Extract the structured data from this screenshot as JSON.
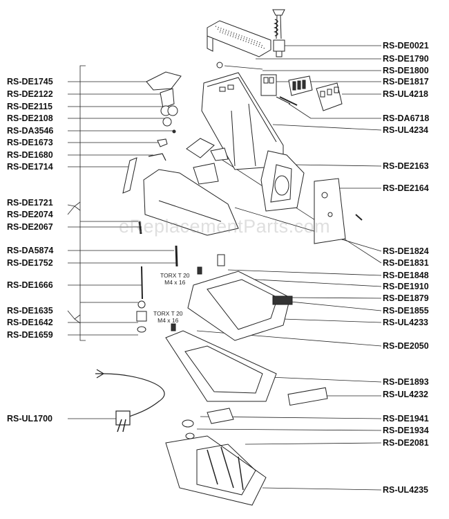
{
  "watermark": "eReplacementParts.com",
  "torx_notes": [
    {
      "line1": "TORX T 20",
      "line2": "M4 x 16"
    },
    {
      "line1": "TORX T 20",
      "line2": "M4 x 16"
    }
  ],
  "left_labels": [
    "RS-DE1745",
    "RS-DE2122",
    "RS-DE2115",
    "RS-DE2108",
    "RS-DA3546",
    "RS-DE1673",
    "RS-DE1680",
    "RS-DE1714",
    "RS-DE1721",
    "RS-DE2074",
    "RS-DE2067",
    "RS-DA5874",
    "RS-DE1752",
    "RS-DE1666",
    "RS-DE1635",
    "RS-DE1642",
    "RS-DE1659",
    "RS-UL1700"
  ],
  "right_labels": [
    "RS-DE0021",
    "RS-DE1790",
    "RS-DE1800",
    "RS-DE1817",
    "RS-UL4218",
    "RS-DA6718",
    "RS-UL4234",
    "RS-DE2163",
    "RS-DE2164",
    "RS-DE1824",
    "RS-DE1831",
    "RS-DE1848",
    "RS-DE1910",
    "RS-DE1879",
    "RS-DE1855",
    "RS-UL4233",
    "RS-DE2050",
    "RS-DE1893",
    "RS-UL4232",
    "RS-DE1941",
    "RS-DE1934",
    "RS-DE2081",
    "RS-UL4235"
  ]
}
